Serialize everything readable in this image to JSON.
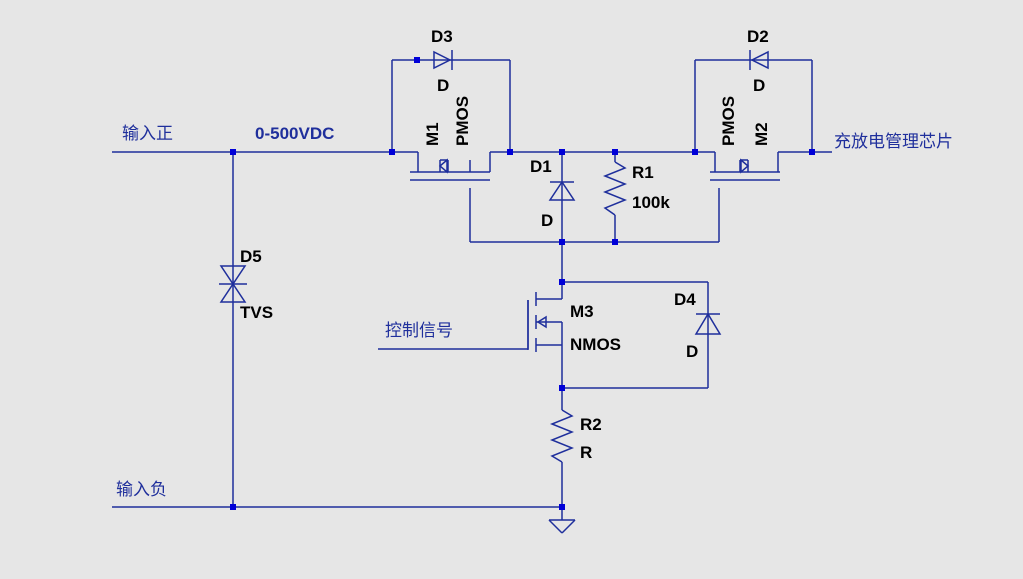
{
  "schematic": {
    "net_labels": {
      "input_positive": "输入正",
      "input_negative": "输入负",
      "output": "充放电管理芯片",
      "control": "控制信号"
    },
    "voltage_label": "0-500VDC",
    "components": {
      "M1": {
        "name": "M1",
        "type": "PMOS"
      },
      "M2": {
        "name": "M2",
        "type": "PMOS"
      },
      "M3": {
        "name": "M3",
        "type": "NMOS"
      },
      "D1": {
        "name": "D1",
        "value": "D"
      },
      "D2": {
        "name": "D2",
        "value": "D"
      },
      "D3": {
        "name": "D3",
        "value": "D"
      },
      "D4": {
        "name": "D4",
        "value": "D"
      },
      "D5": {
        "name": "D5",
        "value": "TVS"
      },
      "R1": {
        "name": "R1",
        "value": "100k"
      },
      "R2": {
        "name": "R2",
        "value": "R"
      }
    },
    "colors": {
      "background": "#e6e6e6",
      "wire": "#1f2f9c",
      "junction": "#0000d8",
      "text": "#000000"
    }
  }
}
